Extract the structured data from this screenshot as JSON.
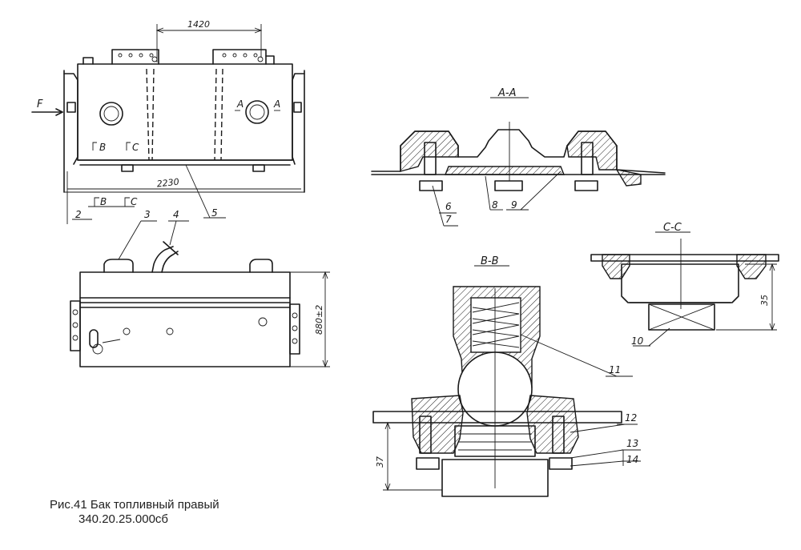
{
  "caption": {
    "title": "Рис.41 Бак топливный правый",
    "number": "340.20.25.000сб"
  },
  "dimensions": {
    "d1420": "1420",
    "d2230": "2230",
    "d880": "880±2",
    "d35": "35",
    "d37": "37"
  },
  "sections": {
    "aa": "А-А",
    "bb": "В-В",
    "cc": "С-С",
    "view_f": "F"
  },
  "cut_marks": {
    "a_left": "А",
    "a_right": "А",
    "b_top": "В",
    "c_top": "С",
    "b_bottom": "В",
    "c_bottom": "С"
  },
  "callouts": {
    "n2": "2",
    "n3": "3",
    "n4": "4",
    "n5": "5",
    "n6": "6",
    "n7": "7",
    "n8": "8",
    "n9": "9",
    "n10": "10",
    "n11": "11",
    "n12": "12",
    "n13": "13",
    "n14": "14"
  }
}
